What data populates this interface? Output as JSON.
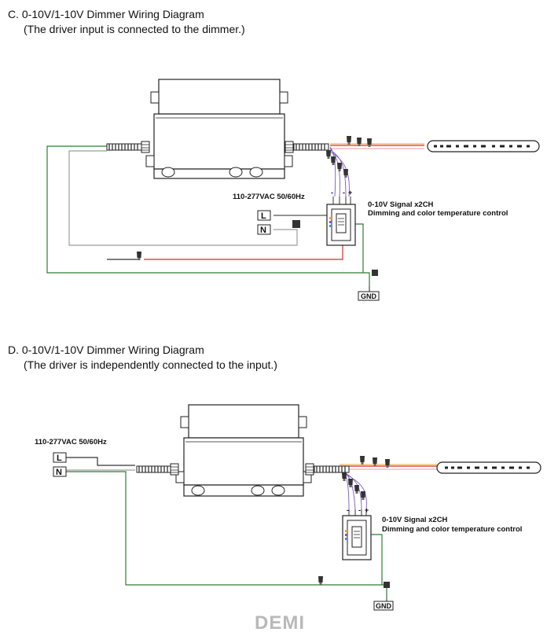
{
  "sectionC": {
    "title": "C. 0-10V/1-10V Dimmer Wiring Diagram",
    "subtitle": "(The driver input is connected to the dimmer.)",
    "input_label": "110-277VAC 50/60Hz",
    "terminal_l": "L",
    "terminal_n": "N",
    "signal_label": "0-10V Signal x2CH",
    "control_label": "Dimming and color temperature control",
    "gnd_label": "GND",
    "minus": "-",
    "plus": "+"
  },
  "sectionD": {
    "title": "D. 0-10V/1-10V Dimmer Wiring Diagram",
    "subtitle": "(The driver is independently connected to the input.)",
    "input_label": "110-277VAC 50/60Hz",
    "terminal_l": "L",
    "terminal_n": "N",
    "signal_label": "0-10V Signal x2CH",
    "control_label": "Dimming and color temperature control",
    "gnd_label": "GND",
    "minus": "-",
    "plus": "+"
  },
  "watermark": "DEMI",
  "colors": {
    "green_wire": "#2e7d32",
    "gray_wire": "#9e9e9e",
    "red_wire": "#d32f2f",
    "orange_wire": "#f0a030",
    "purple_wire": "#7e57c2",
    "pink_wire": "#ef9a9a",
    "outline": "#222222"
  }
}
